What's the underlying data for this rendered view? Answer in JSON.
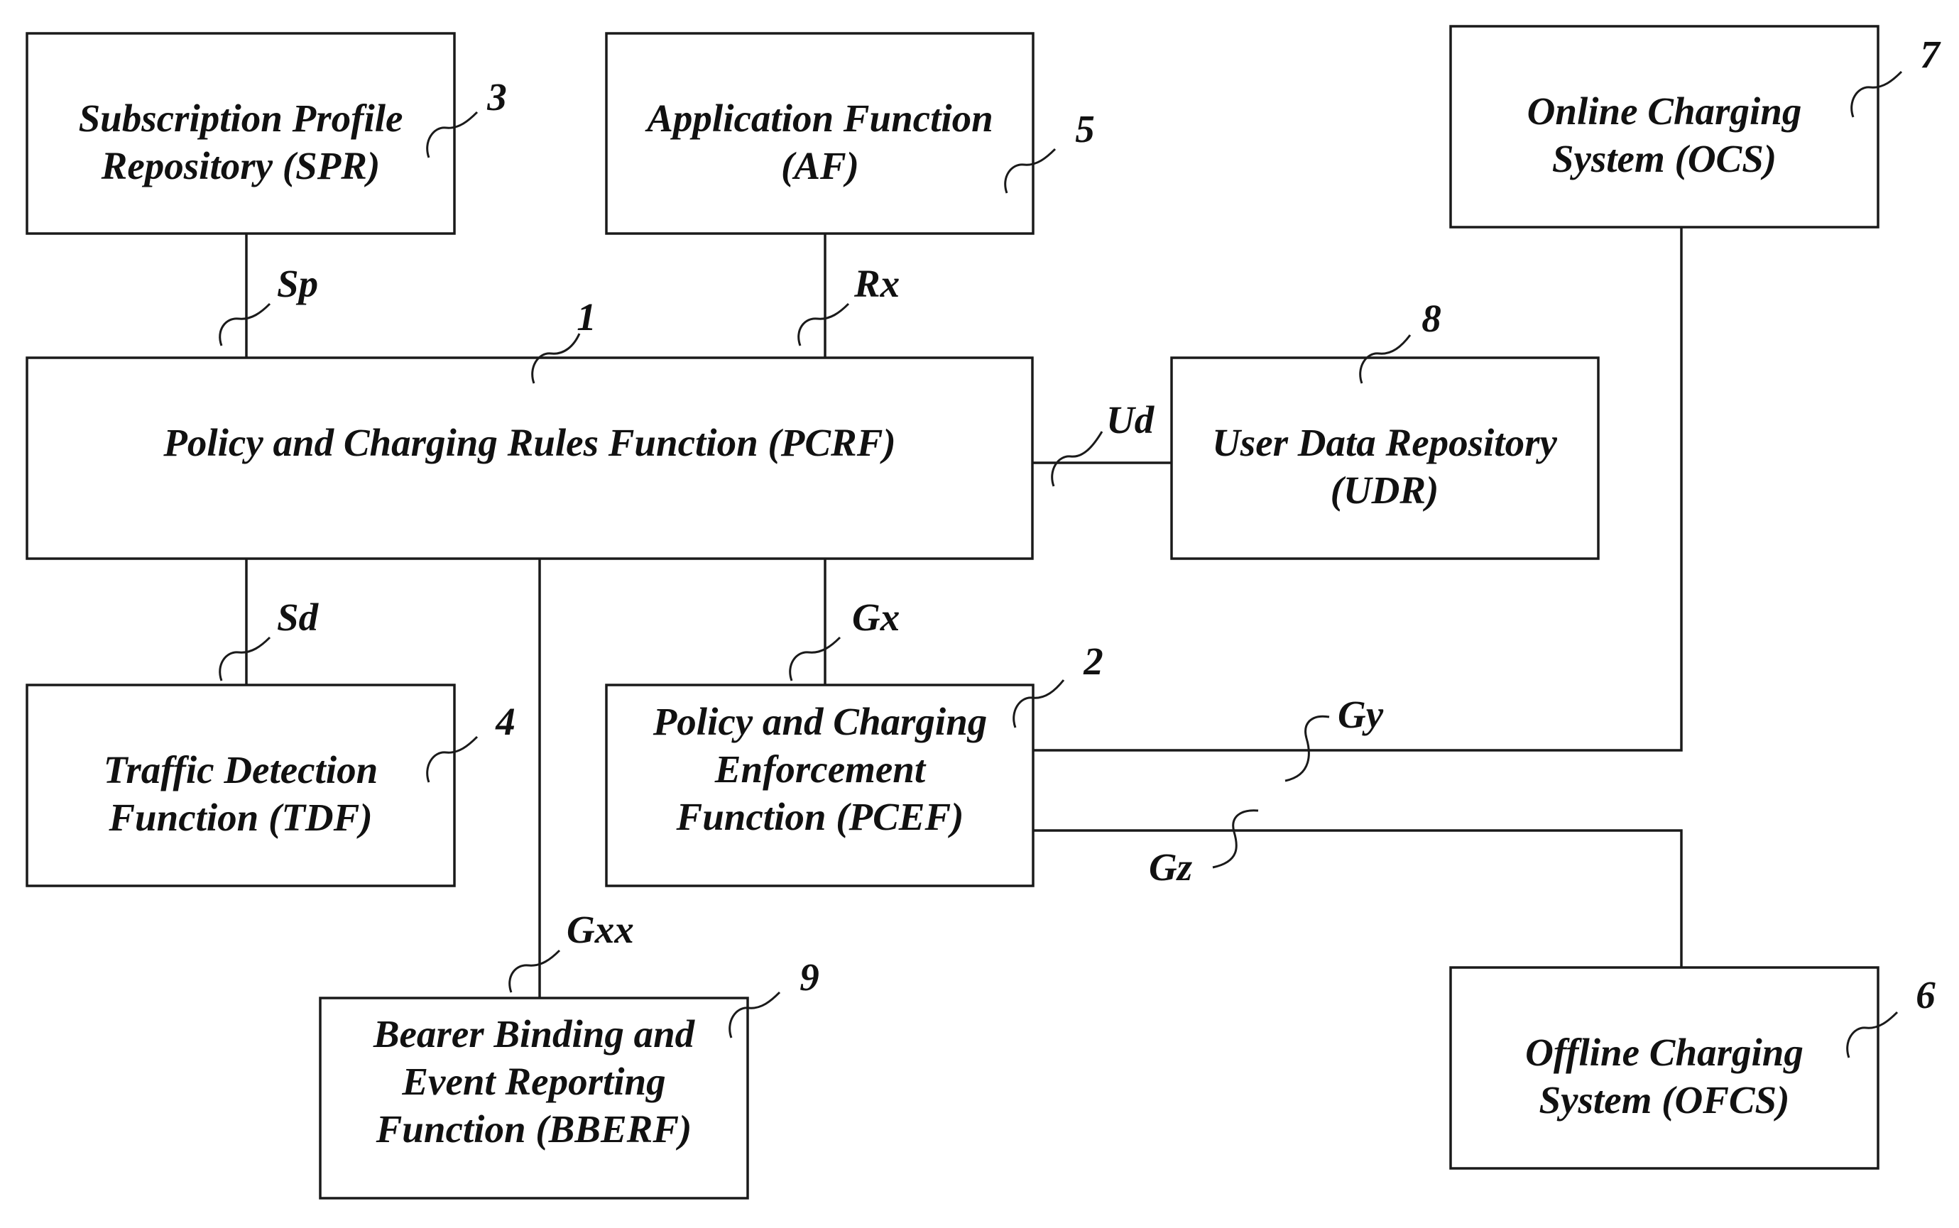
{
  "diagram": {
    "boxes": {
      "spr": {
        "line1": "Subscription Profile",
        "line2": "Repository (SPR)",
        "ref": "3"
      },
      "af": {
        "line1": "Application Function",
        "line2": "(AF)",
        "ref": "5"
      },
      "ocs": {
        "line1": "Online Charging",
        "line2": "System (OCS)",
        "ref": "7"
      },
      "pcrf": {
        "line1": "Policy and Charging Rules Function (PCRF)",
        "ref": "1"
      },
      "udr": {
        "line1": "User Data Repository",
        "line2": "(UDR)",
        "ref": "8"
      },
      "tdf": {
        "line1": "Traffic Detection",
        "line2": "Function (TDF)",
        "ref": "4"
      },
      "pcef": {
        "line1": "Policy and Charging",
        "line2": "Enforcement",
        "line3": "Function (PCEF)",
        "ref": "2"
      },
      "bberf": {
        "line1": "Bearer Binding and",
        "line2": "Event Reporting",
        "line3": "Function (BBERF)",
        "ref": "9"
      },
      "ofcs": {
        "line1": "Offline Charging",
        "line2": "System (OFCS)",
        "ref": "6"
      }
    },
    "interfaces": {
      "sp": "Sp",
      "rx": "Rx",
      "ud": "Ud",
      "sd": "Sd",
      "gx": "Gx",
      "gy": "Gy",
      "gz": "Gz",
      "gxx": "Gxx"
    }
  }
}
